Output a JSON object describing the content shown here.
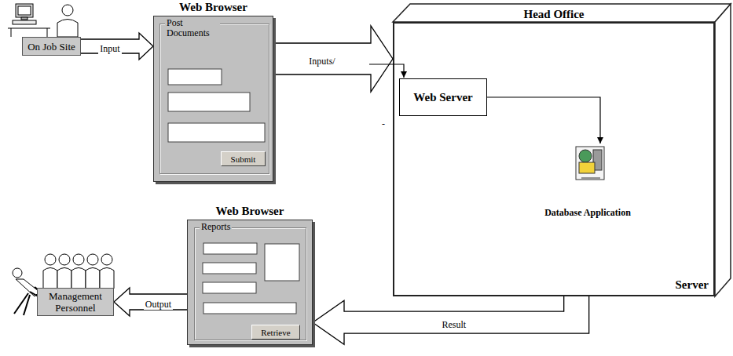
{
  "diagram": {
    "nodes": [
      {
        "text": [
          "On Job Site"
        ]
      },
      {
        "text": [
          "Web Browser"
        ]
      },
      {
        "text": [
          "Post Documents"
        ],
        "in": 1
      },
      {
        "text": [
          "Submit"
        ],
        "in": 2
      },
      {
        "text": [
          "Head Office",
          "Server"
        ]
      },
      {
        "text": [
          "Web Server"
        ],
        "in": 4
      },
      {
        "text": [
          "Database Application"
        ],
        "in": 4
      },
      {
        "text": [
          "Web Browser"
        ]
      },
      {
        "text": [
          "Reports"
        ],
        "in": 7
      },
      {
        "text": [
          "Retrieve"
        ],
        "in": 8
      },
      {
        "text": [
          "Management Personnel"
        ]
      }
    ],
    "edges": [
      {
        "from": 0,
        "to": 1,
        "arrow": "to",
        "label": "Input"
      },
      {
        "from": 1,
        "to": 4,
        "arrow": "to",
        "label": "Inputs/"
      },
      {
        "from": 5,
        "to": 6,
        "arrow": "to"
      },
      {
        "from": 4,
        "to": 7,
        "arrow": "to",
        "label": "Result"
      },
      {
        "from": 7,
        "to": 10,
        "arrow": "to",
        "label": "Output"
      }
    ],
    "labels": [
      "-"
    ]
  }
}
